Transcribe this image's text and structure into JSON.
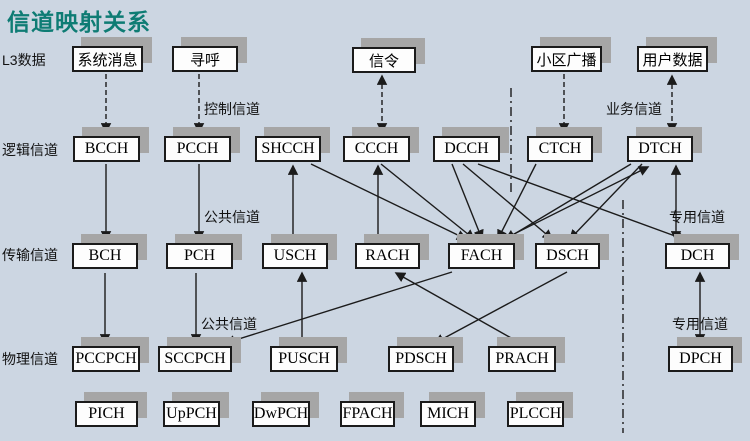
{
  "title": "信道映射关系",
  "colors": {
    "background": "#ccd6e2",
    "title_text": "#0e7c74",
    "box_fill": "#fdfdfd",
    "box_border": "#1b1b1b",
    "box_shadow": "#a6a6a6",
    "line": "#1b1b1b"
  },
  "row_labels": [
    {
      "id": "l3",
      "text": "L3数据"
    },
    {
      "id": "logical",
      "text": "逻辑信道"
    },
    {
      "id": "transport",
      "text": "传输信道"
    },
    {
      "id": "physical",
      "text": "物理信道"
    }
  ],
  "nodes": [
    {
      "id": "xitongxiaoxi",
      "label": "系统消息",
      "row": "l3"
    },
    {
      "id": "xunhu",
      "label": "寻呼",
      "row": "l3"
    },
    {
      "id": "xinling",
      "label": "信令",
      "row": "l3"
    },
    {
      "id": "xiaoquguangbo",
      "label": "小区广播",
      "row": "l3"
    },
    {
      "id": "yonghushuju",
      "label": "用户数据",
      "row": "l3"
    },
    {
      "id": "BCCH",
      "label": "BCCH",
      "row": "logical"
    },
    {
      "id": "PCCH",
      "label": "PCCH",
      "row": "logical"
    },
    {
      "id": "SHCCH",
      "label": "SHCCH",
      "row": "logical"
    },
    {
      "id": "CCCH",
      "label": "CCCH",
      "row": "logical"
    },
    {
      "id": "DCCH",
      "label": "DCCH",
      "row": "logical"
    },
    {
      "id": "CTCH",
      "label": "CTCH",
      "row": "logical"
    },
    {
      "id": "DTCH",
      "label": "DTCH",
      "row": "logical"
    },
    {
      "id": "BCH",
      "label": "BCH",
      "row": "transport"
    },
    {
      "id": "PCH",
      "label": "PCH",
      "row": "transport"
    },
    {
      "id": "USCH",
      "label": "USCH",
      "row": "transport"
    },
    {
      "id": "RACH",
      "label": "RACH",
      "row": "transport"
    },
    {
      "id": "FACH",
      "label": "FACH",
      "row": "transport"
    },
    {
      "id": "DSCH",
      "label": "DSCH",
      "row": "transport"
    },
    {
      "id": "DCH",
      "label": "DCH",
      "row": "transport"
    },
    {
      "id": "PCCPCH",
      "label": "PCCPCH",
      "row": "physical"
    },
    {
      "id": "SCCPCH",
      "label": "SCCPCH",
      "row": "physical"
    },
    {
      "id": "PUSCH",
      "label": "PUSCH",
      "row": "physical"
    },
    {
      "id": "PDSCH",
      "label": "PDSCH",
      "row": "physical"
    },
    {
      "id": "PRACH",
      "label": "PRACH",
      "row": "physical"
    },
    {
      "id": "DPCH",
      "label": "DPCH",
      "row": "physical"
    },
    {
      "id": "PICH",
      "label": "PICH",
      "row": "physical2"
    },
    {
      "id": "UpPCH",
      "label": "UpPCH",
      "row": "physical2"
    },
    {
      "id": "DwPCH",
      "label": "DwPCH",
      "row": "physical2"
    },
    {
      "id": "FPACH",
      "label": "FPACH",
      "row": "physical2"
    },
    {
      "id": "MICH",
      "label": "MICH",
      "row": "physical2"
    },
    {
      "id": "PLCCH",
      "label": "PLCCH",
      "row": "physical2"
    }
  ],
  "annotations": [
    {
      "id": "kongzhixindao",
      "text": "控制信道"
    },
    {
      "id": "yewuxindao",
      "text": "业务信道"
    },
    {
      "id": "gonggongxindao1",
      "text": "公共信道"
    },
    {
      "id": "zhuanyongxindao1",
      "text": "专用信道"
    },
    {
      "id": "gonggongxindao2",
      "text": "公共信道"
    },
    {
      "id": "zhuanyongxindao2",
      "text": "专用信道"
    }
  ],
  "edges": [
    {
      "from": "xitongxiaoxi",
      "to": "BCCH",
      "line": "dashed",
      "dir": "forward"
    },
    {
      "from": "xunhu",
      "to": "PCCH",
      "line": "dashed",
      "dir": "forward"
    },
    {
      "from": "xinling",
      "to": "CCCH",
      "line": "dashed",
      "dir": "both"
    },
    {
      "from": "xiaoquguangbo",
      "to": "CTCH",
      "line": "dashed",
      "dir": "forward"
    },
    {
      "from": "yonghushuju",
      "to": "DTCH",
      "line": "dashed",
      "dir": "both"
    },
    {
      "from": "BCCH",
      "to": "BCH",
      "line": "solid",
      "dir": "forward"
    },
    {
      "from": "PCCH",
      "to": "PCH",
      "line": "solid",
      "dir": "forward"
    },
    {
      "from": "USCH",
      "to": "SHCCH",
      "line": "solid",
      "dir": "forward"
    },
    {
      "from": "RACH",
      "to": "CCCH",
      "line": "solid",
      "dir": "forward"
    },
    {
      "from": "SHCCH",
      "to": "FACH",
      "line": "solid",
      "dir": "forward"
    },
    {
      "from": "CCCH",
      "to": "FACH",
      "line": "solid",
      "dir": "forward"
    },
    {
      "from": "DCCH",
      "to": "FACH",
      "line": "solid",
      "dir": "forward"
    },
    {
      "from": "CTCH",
      "to": "FACH",
      "line": "solid",
      "dir": "forward"
    },
    {
      "from": "DTCH",
      "to": "FACH",
      "line": "solid",
      "dir": "forward"
    },
    {
      "from": "DTCH",
      "to": "DSCH",
      "line": "solid",
      "dir": "forward"
    },
    {
      "from": "DCCH",
      "to": "DSCH",
      "line": "solid",
      "dir": "forward"
    },
    {
      "from": "DCCH",
      "to": "DCH",
      "line": "solid",
      "dir": "forward"
    },
    {
      "from": "FACH",
      "to": "DTCH",
      "line": "solid",
      "dir": "forward"
    },
    {
      "from": "DTCH",
      "to": "DCH",
      "line": "solid",
      "dir": "both"
    },
    {
      "from": "BCH",
      "to": "PCCPCH",
      "line": "solid",
      "dir": "forward"
    },
    {
      "from": "PCH",
      "to": "SCCPCH",
      "line": "solid",
      "dir": "forward"
    },
    {
      "from": "FACH",
      "to": "SCCPCH",
      "line": "solid",
      "dir": "forward"
    },
    {
      "from": "PUSCH",
      "to": "USCH",
      "line": "solid",
      "dir": "forward"
    },
    {
      "from": "DSCH",
      "to": "PDSCH",
      "line": "solid",
      "dir": "forward"
    },
    {
      "from": "PRACH",
      "to": "RACH",
      "line": "solid",
      "dir": "forward"
    },
    {
      "from": "DCH",
      "to": "DPCH",
      "line": "solid",
      "dir": "both"
    }
  ],
  "separators": [
    {
      "id": "sep-control-traffic",
      "style": "dashdot"
    },
    {
      "id": "sep-common-dedicated",
      "style": "dashdot"
    }
  ]
}
